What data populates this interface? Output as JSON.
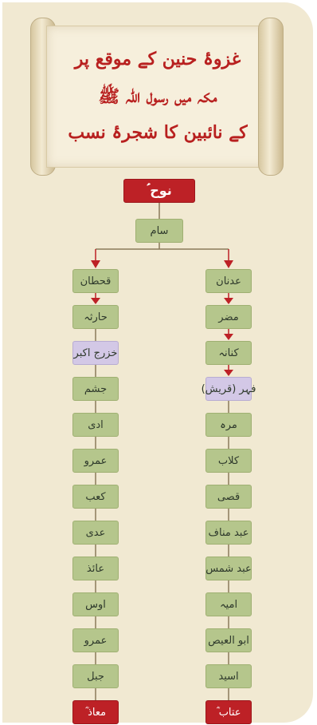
{
  "title": {
    "line1": "غزوۂ حنین کے موقع پر",
    "line2": "مکہ میں رسول اللہ ﷺ",
    "line3": "کے نائبین کا شجرۂ نسب"
  },
  "root": "نوح ؑ",
  "second": "سام",
  "left_branch": [
    "قحطان",
    "حارثہ",
    "خزرج اکبر",
    "جشم",
    "ادی",
    "عمرو",
    "کعب",
    "عدی",
    "عائذ",
    "اوس",
    "عمرو",
    "جبل",
    "معاذ ؓ"
  ],
  "right_branch": [
    "عدنان",
    "مضر",
    "کنانہ",
    "فہر (قریش)",
    "مرہ",
    "کلاب",
    "قصی",
    "عبد مناف",
    "عبد شمس",
    "امیہ",
    "ابو العیص",
    "اسید",
    "عتاب ؓ"
  ],
  "colors": {
    "red": "#bd2126",
    "green": "#b5c68c",
    "purple": "#d3c8e6",
    "title": "#b8201f"
  }
}
